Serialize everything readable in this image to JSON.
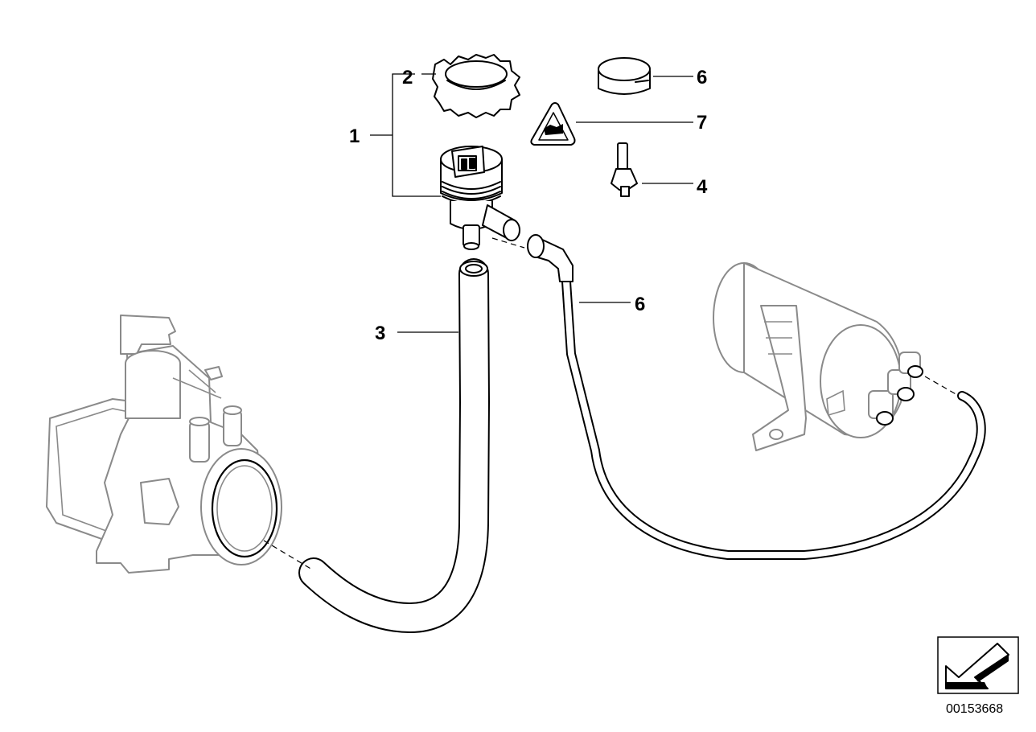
{
  "diagram": {
    "callouts": [
      {
        "id": "callout-1",
        "label": "1"
      },
      {
        "id": "callout-2",
        "label": "2"
      },
      {
        "id": "callout-3",
        "label": "3"
      },
      {
        "id": "callout-4",
        "label": "4"
      },
      {
        "id": "callout-6a",
        "label": "6"
      },
      {
        "id": "callout-6b",
        "label": "6"
      },
      {
        "id": "callout-7",
        "label": "7"
      }
    ],
    "reference_number": "00153668",
    "warning_label_icon": "warning-triangle-icon",
    "nav_icon": "arrow-left-icon"
  }
}
